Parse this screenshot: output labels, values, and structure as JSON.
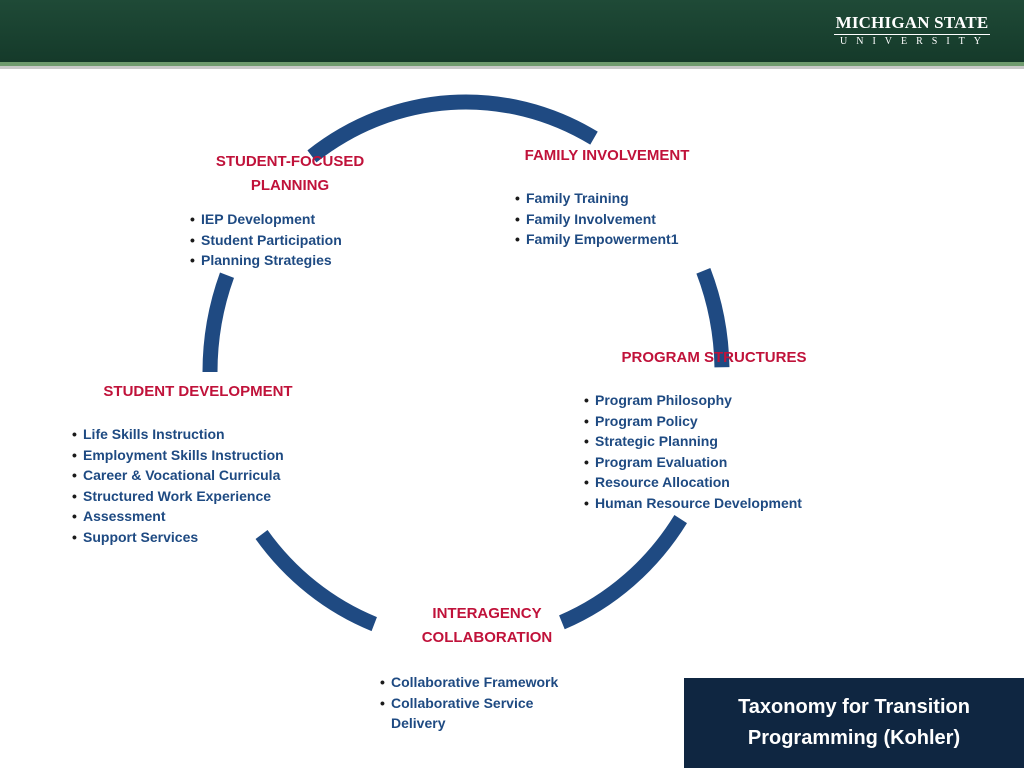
{
  "header": {
    "logo_line1": "MICHIGAN STATE",
    "logo_line2": "UNIVERSITY"
  },
  "diagram": {
    "ring_color": "#1f4a82",
    "sections": [
      {
        "heading": "STUDENT-FOCUSED PLANNING",
        "items": [
          "IEP Development",
          "Student Participation",
          "Planning Strategies"
        ]
      },
      {
        "heading": "FAMILY INVOLVEMENT",
        "items": [
          "Family Training",
          "Family Involvement",
          "Family Empowerment1"
        ]
      },
      {
        "heading": "PROGRAM STRUCTURES",
        "items": [
          "Program Philosophy",
          "Program Policy",
          "Strategic Planning",
          "Program Evaluation",
          "Resource Allocation",
          "Human Resource Development"
        ]
      },
      {
        "heading": "INTERAGENCY COLLABORATION",
        "items": [
          "Collaborative Framework",
          "Collaborative Service Delivery"
        ]
      },
      {
        "heading": "STUDENT DEVELOPMENT",
        "items": [
          "Life Skills Instruction",
          "Employment Skills Instruction",
          "Career & Vocational Curricula",
          "Structured Work Experience",
          "Assessment",
          "Support Services"
        ]
      }
    ]
  },
  "caption": "Taxonomy for Transition Programming (Kohler)"
}
